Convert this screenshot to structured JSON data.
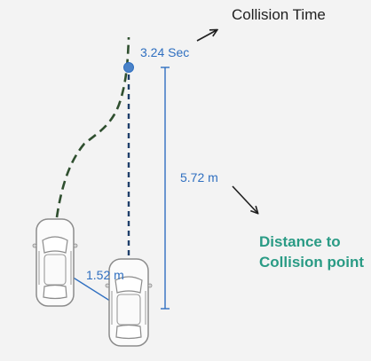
{
  "labels": {
    "collision_time": "Collision Time",
    "time_value": "3.24 Sec",
    "distance_value": "5.72 m",
    "lateral_value": "1.52 m",
    "distance_line1": "Distance to",
    "distance_line2": "Collision point"
  },
  "colors": {
    "background": "#f3f3f3",
    "blue": "#2f6fc0",
    "teal": "#2a9b85",
    "dark_green": "#2f4f2f",
    "navy": "#1f3f6a",
    "collision_point": "#4a82c8"
  },
  "icons": {
    "arrow_to_time": "arrow-up-right-icon",
    "arrow_to_distance": "arrow-down-right-icon",
    "cars": [
      "car-top-view-icon",
      "car-top-view-icon"
    ]
  }
}
